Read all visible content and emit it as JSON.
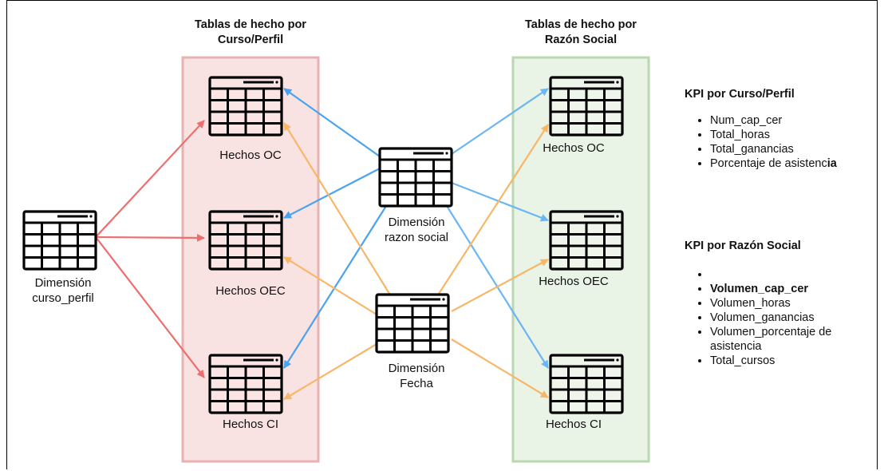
{
  "headers": {
    "left": [
      "Tablas de hecho por",
      "Curso/Perfil"
    ],
    "right": [
      "Tablas de hecho por",
      "Razón Social"
    ]
  },
  "colors": {
    "red_arrow": "#ee6e6e",
    "blue_arrow": "#4aa3f0",
    "orange_arrow": "#f8b768",
    "left_panel_fill": "#f9e2e2",
    "left_panel_border": "#e7b2b2",
    "right_panel_fill": "#e9f3e6",
    "right_panel_border": "#b9d8b0",
    "left_table_fill": "#fbe4e4",
    "right_table_fill": "#eef6ec"
  },
  "nodes": {
    "curso_perfil": [
      "Dimensión",
      "curso_perfil"
    ],
    "razon_social": [
      "Dimensión",
      "razon social"
    ],
    "fecha": [
      "Dimensión",
      "Fecha"
    ],
    "left_oc": "Hechos OC",
    "left_oec": "Hechos OEC",
    "left_ci": "Hechos CI",
    "right_oc": "Hechos OC",
    "right_oec": "Hechos OEC",
    "right_ci": "Hechos CI"
  },
  "kpi_curso": {
    "title": "KPI por Curso/Perfil",
    "items": [
      "Num_cap_cer",
      "Total_horas",
      "Total_ganancias",
      "Porcentaje de asistenc"
    ],
    "last_item_bold_suffix": "ia"
  },
  "kpi_razon": {
    "title": "KPI por Razón Social",
    "items": [
      "",
      "Volumen_cap_cer",
      "Volumen_horas",
      "Volumen_ganancias",
      "Volumen_porcentaje de asistencia",
      "Total_cursos"
    ]
  }
}
